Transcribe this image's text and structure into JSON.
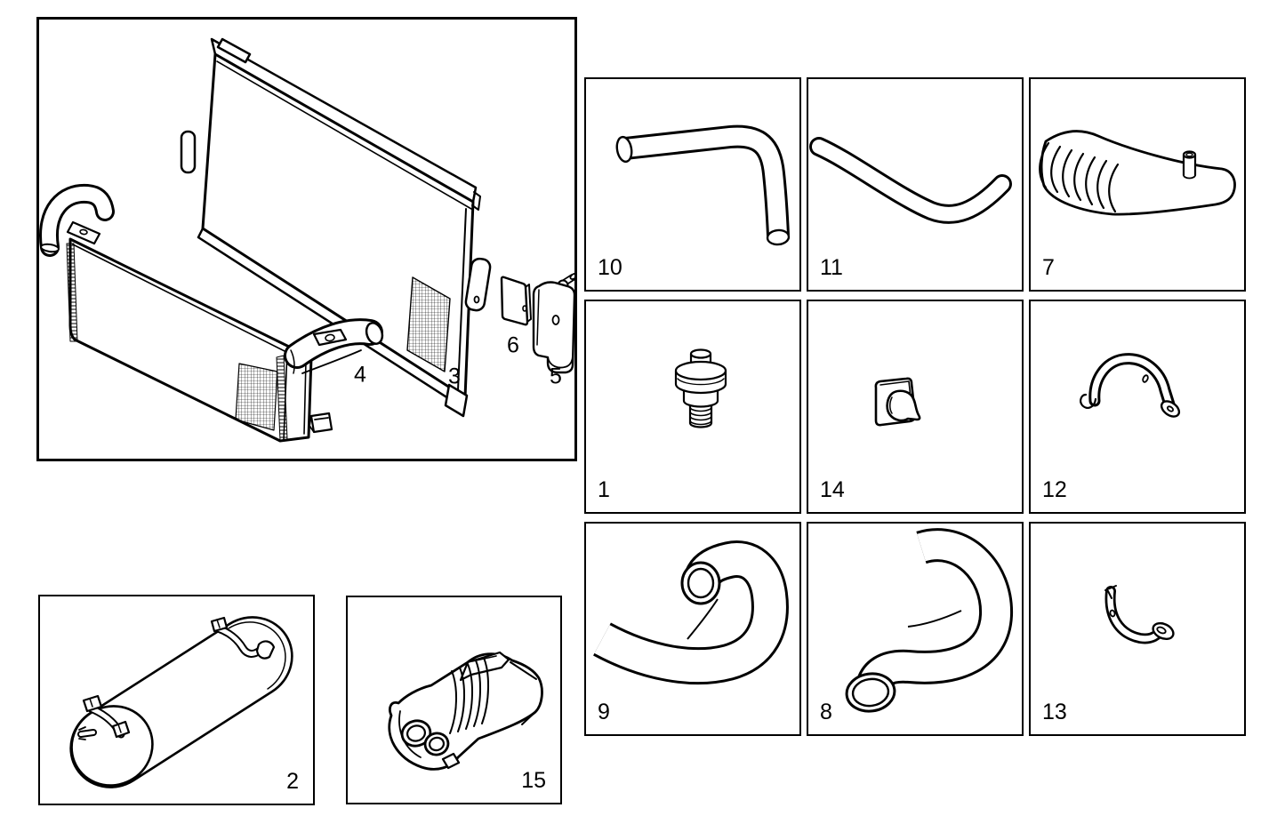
{
  "page": {
    "title": "Intercooler and hoses parts diagram",
    "background": "#ffffff",
    "line_color": "#000000"
  },
  "assembly_panel": {
    "description": "exploded view of radiator panel and intercooler assembly",
    "labels": {
      "part3": "3",
      "part4": "4",
      "part5": "5",
      "part6": "6"
    }
  },
  "grid_cells": [
    {
      "label": "10",
      "part": "elbow-hose"
    },
    {
      "label": "11",
      "part": "curved-hose"
    },
    {
      "label": "7",
      "part": "corrugated-air-duct"
    },
    {
      "label": "1",
      "part": "threaded-plug-valve"
    },
    {
      "label": "14",
      "part": "grommet-plug"
    },
    {
      "label": "12",
      "part": "saddle-clamp-upper"
    },
    {
      "label": "9",
      "part": "large-bend-hose"
    },
    {
      "label": "8",
      "part": "s-shaped-hose"
    },
    {
      "label": "13",
      "part": "saddle-clamp-lower"
    }
  ],
  "bottom_cells": [
    {
      "label": "2",
      "part": "vacuum-reservoir-tank"
    },
    {
      "label": "15",
      "part": "two-pin-connector"
    }
  ]
}
